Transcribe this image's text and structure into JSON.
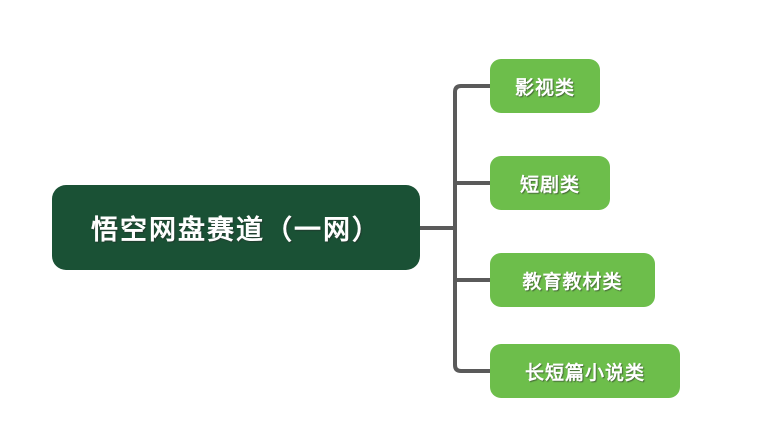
{
  "diagram": {
    "type": "mind-map",
    "title": "悟空网盘赛道（一网）",
    "background_color": "#FFFFFF",
    "root": {
      "label": "悟空网盘赛道（一网）",
      "fill_color": "#1A5135",
      "text_color": "#FFFFFF"
    },
    "connector": {
      "color": "#5A5A5A",
      "width": 4
    },
    "children": [
      {
        "label": "影视类",
        "fill_color": "#6DBE4B",
        "text_color": "#FFFFFF"
      },
      {
        "label": "短剧类",
        "fill_color": "#6DBE4B",
        "text_color": "#FFFFFF"
      },
      {
        "label": "教育教材类",
        "fill_color": "#6DBE4B",
        "text_color": "#FFFFFF"
      },
      {
        "label": "长短篇小说类",
        "fill_color": "#6DBE4B",
        "text_color": "#FFFFFF"
      }
    ]
  }
}
